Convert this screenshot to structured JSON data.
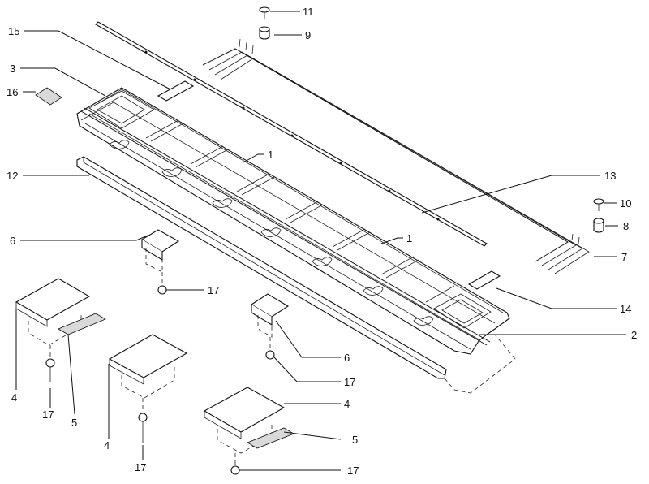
{
  "callouts": [
    {
      "id": "c11",
      "text": "11"
    },
    {
      "id": "c9",
      "text": "9"
    },
    {
      "id": "c15",
      "text": "15"
    },
    {
      "id": "c3",
      "text": "3"
    },
    {
      "id": "c16",
      "text": "16"
    },
    {
      "id": "c1a",
      "text": "1"
    },
    {
      "id": "c13",
      "text": "13"
    },
    {
      "id": "c12",
      "text": "12"
    },
    {
      "id": "c10",
      "text": "10"
    },
    {
      "id": "c8",
      "text": "8"
    },
    {
      "id": "c6a",
      "text": "6"
    },
    {
      "id": "c1b",
      "text": "1"
    },
    {
      "id": "c7",
      "text": "7"
    },
    {
      "id": "c17a",
      "text": "17"
    },
    {
      "id": "c14",
      "text": "14"
    },
    {
      "id": "c2",
      "text": "2"
    },
    {
      "id": "c6b",
      "text": "6"
    },
    {
      "id": "c4a",
      "text": "4"
    },
    {
      "id": "c17b",
      "text": "17"
    },
    {
      "id": "c5a",
      "text": "5"
    },
    {
      "id": "c4b",
      "text": "4"
    },
    {
      "id": "c17c",
      "text": "17"
    },
    {
      "id": "c4c",
      "text": "4"
    },
    {
      "id": "c5b",
      "text": "5"
    },
    {
      "id": "c17d",
      "text": "17"
    },
    {
      "id": "c17e",
      "text": "17"
    }
  ]
}
